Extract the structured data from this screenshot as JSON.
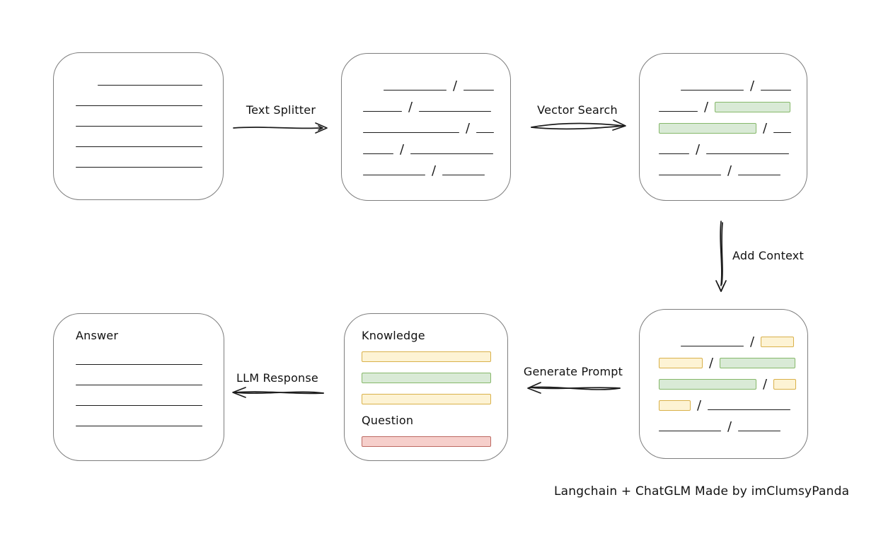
{
  "caption": "Langchain + ChatGLM Made by imClumsyPanda",
  "palette": {
    "green_fill": "#d9ead6",
    "green_border": "#86b86a",
    "yellow_fill": "#fdf3d4",
    "yellow_border": "#d9b14a",
    "red_fill": "#f6cfcb",
    "red_border": "#bd6a62",
    "stroke": "#1c1c1c",
    "box_border": "#7d7d7d"
  },
  "labels": {
    "text_splitter": "Text Splitter",
    "vector_search": "Vector Search",
    "add_context": "Add Context",
    "generate_prompt": "Generate Prompt",
    "llm_response": "LLM Response"
  },
  "boxes": {
    "source": {
      "rows": [
        {
          "indent": 31,
          "segs": [
            {
              "t": "line",
              "w": 148
            }
          ]
        },
        {
          "segs": [
            {
              "t": "line",
              "w": 179
            }
          ]
        },
        {
          "segs": [
            {
              "t": "line",
              "w": 179
            }
          ]
        },
        {
          "segs": [
            {
              "t": "line",
              "w": 179
            }
          ]
        },
        {
          "segs": [
            {
              "t": "line",
              "w": 179
            }
          ]
        }
      ]
    },
    "split": {
      "rows": [
        {
          "indent": 29,
          "segs": [
            {
              "t": "line",
              "w": 89
            },
            {
              "t": "slash"
            },
            {
              "t": "line",
              "w": 43
            }
          ]
        },
        {
          "segs": [
            {
              "t": "line",
              "w": 55
            },
            {
              "t": "slash"
            },
            {
              "t": "line",
              "w": 102
            }
          ]
        },
        {
          "segs": [
            {
              "t": "line",
              "w": 136
            },
            {
              "t": "slash"
            },
            {
              "t": "line",
              "w": 25
            }
          ]
        },
        {
          "segs": [
            {
              "t": "line",
              "w": 43
            },
            {
              "t": "slash"
            },
            {
              "t": "line",
              "w": 117
            }
          ]
        },
        {
          "segs": [
            {
              "t": "line",
              "w": 88
            },
            {
              "t": "slash"
            },
            {
              "t": "line",
              "w": 60
            }
          ]
        }
      ]
    },
    "matched": {
      "rows": [
        {
          "indent": 31,
          "segs": [
            {
              "t": "line",
              "w": 89
            },
            {
              "t": "slash"
            },
            {
              "t": "line",
              "w": 43
            }
          ]
        },
        {
          "segs": [
            {
              "t": "line",
              "w": 55
            },
            {
              "t": "slash"
            },
            {
              "t": "bar",
              "c": "green",
              "w": 107
            }
          ]
        },
        {
          "segs": [
            {
              "t": "bar",
              "c": "green",
              "w": 138
            },
            {
              "t": "slash"
            },
            {
              "t": "line",
              "w": 25
            }
          ]
        },
        {
          "segs": [
            {
              "t": "line",
              "w": 43
            },
            {
              "t": "slash"
            },
            {
              "t": "line",
              "w": 117
            }
          ]
        },
        {
          "segs": [
            {
              "t": "line",
              "w": 88
            },
            {
              "t": "slash"
            },
            {
              "t": "line",
              "w": 60
            }
          ]
        }
      ]
    },
    "context": {
      "rows": [
        {
          "indent": 31,
          "segs": [
            {
              "t": "line",
              "w": 89
            },
            {
              "t": "slash"
            },
            {
              "t": "bar",
              "c": "yellow",
              "w": 47
            }
          ]
        },
        {
          "segs": [
            {
              "t": "bar",
              "c": "yellow",
              "w": 62
            },
            {
              "t": "slash"
            },
            {
              "t": "bar",
              "c": "green",
              "w": 107
            }
          ]
        },
        {
          "segs": [
            {
              "t": "bar",
              "c": "green",
              "w": 138
            },
            {
              "t": "slash"
            },
            {
              "t": "bar",
              "c": "yellow",
              "w": 32
            }
          ]
        },
        {
          "segs": [
            {
              "t": "bar",
              "c": "yellow",
              "w": 45
            },
            {
              "t": "slash"
            },
            {
              "t": "line",
              "w": 117
            }
          ]
        },
        {
          "segs": [
            {
              "t": "line",
              "w": 88
            },
            {
              "t": "slash"
            },
            {
              "t": "line",
              "w": 60
            }
          ]
        }
      ]
    },
    "prompt": {
      "rows": [
        {
          "segs": [
            {
              "t": "label",
              "text": "Knowledge"
            }
          ]
        },
        {
          "segs": [
            {
              "t": "bar",
              "c": "yellow",
              "w": 183
            }
          ]
        },
        {
          "segs": [
            {
              "t": "bar",
              "c": "green",
              "w": 183
            }
          ]
        },
        {
          "segs": [
            {
              "t": "bar",
              "c": "yellow",
              "w": 183
            }
          ]
        },
        {
          "segs": [
            {
              "t": "label",
              "text": "Question"
            }
          ]
        },
        {
          "segs": [
            {
              "t": "bar",
              "c": "red",
              "w": 183
            }
          ]
        }
      ]
    },
    "answer": {
      "rows": [
        {
          "segs": [
            {
              "t": "label",
              "text": "Answer"
            }
          ]
        },
        {
          "segs": [
            {
              "t": "line",
              "w": 179
            }
          ]
        },
        {
          "segs": [
            {
              "t": "line",
              "w": 179
            }
          ]
        },
        {
          "segs": [
            {
              "t": "line",
              "w": 179
            }
          ]
        },
        {
          "segs": [
            {
              "t": "line",
              "w": 179
            }
          ]
        }
      ]
    }
  }
}
